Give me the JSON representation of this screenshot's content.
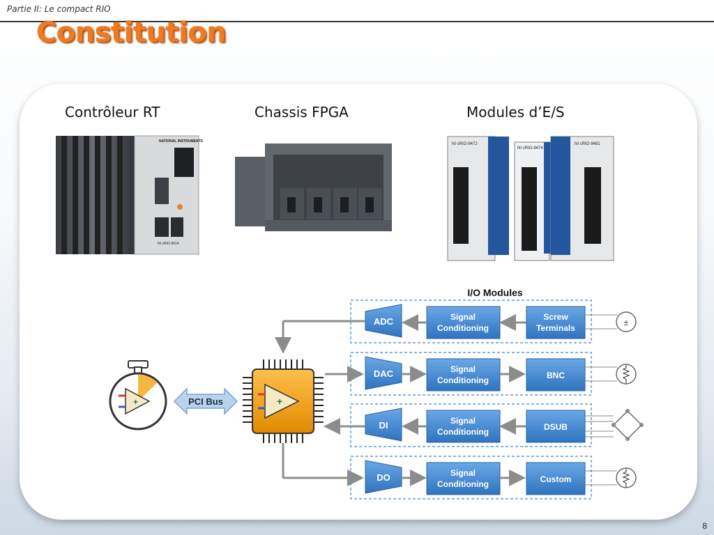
{
  "header": {
    "section": "Partie II: Le compact RIO"
  },
  "slide": {
    "title": "Constitution",
    "page_number": "8"
  },
  "columns": [
    {
      "label": "Contrôleur RT",
      "image": "crio-controller-photo"
    },
    {
      "label": "Chassis FPGA",
      "image": "fpga-chassis-photo"
    },
    {
      "label": "Modules d’E/S",
      "image": "io-modules-photo"
    }
  ],
  "controller_image_text": {
    "brand": "NATIONAL INSTRUMENTS",
    "model": "NI cRIO-9014"
  },
  "module_image_text": {
    "m1": "NI cRIO-9472",
    "m2": "NI cRIO-9474",
    "m3": "NI cRIO-9481"
  },
  "diagram": {
    "title": "I/O Modules",
    "bus_label": "PCI Bus",
    "rows": [
      {
        "converter": "ADC",
        "conditioning": "Signal Conditioning",
        "conditioning_l1": "Signal",
        "conditioning_l2": "Conditioning",
        "connector": "Screw Terminals",
        "connector_l1": "Screw",
        "connector_l2": "Terminals",
        "direction": "in"
      },
      {
        "converter": "DAC",
        "conditioning": "Signal Conditioning",
        "conditioning_l1": "Signal",
        "conditioning_l2": "Conditioning",
        "connector": "BNC",
        "direction": "out"
      },
      {
        "converter": "DI",
        "conditioning": "Signal Conditioning",
        "conditioning_l1": "Signal",
        "conditioning_l2": "Conditioning",
        "connector": "DSUB",
        "direction": "in"
      },
      {
        "converter": "DO",
        "conditioning": "Signal Conditioning",
        "conditioning_l1": "Signal",
        "conditioning_l2": "Conditioning",
        "connector": "Custom",
        "direction": "out"
      }
    ],
    "sensor_icons": [
      "voltage-source-icon",
      "resistor-sensor-icon",
      "bridge-sensor-icon",
      "actuator-icon"
    ],
    "colors": {
      "block": "#4a8fd4",
      "arrow": "#8c8c8c",
      "chip": "#f5a623",
      "dashed": "#5a9ad8"
    }
  }
}
